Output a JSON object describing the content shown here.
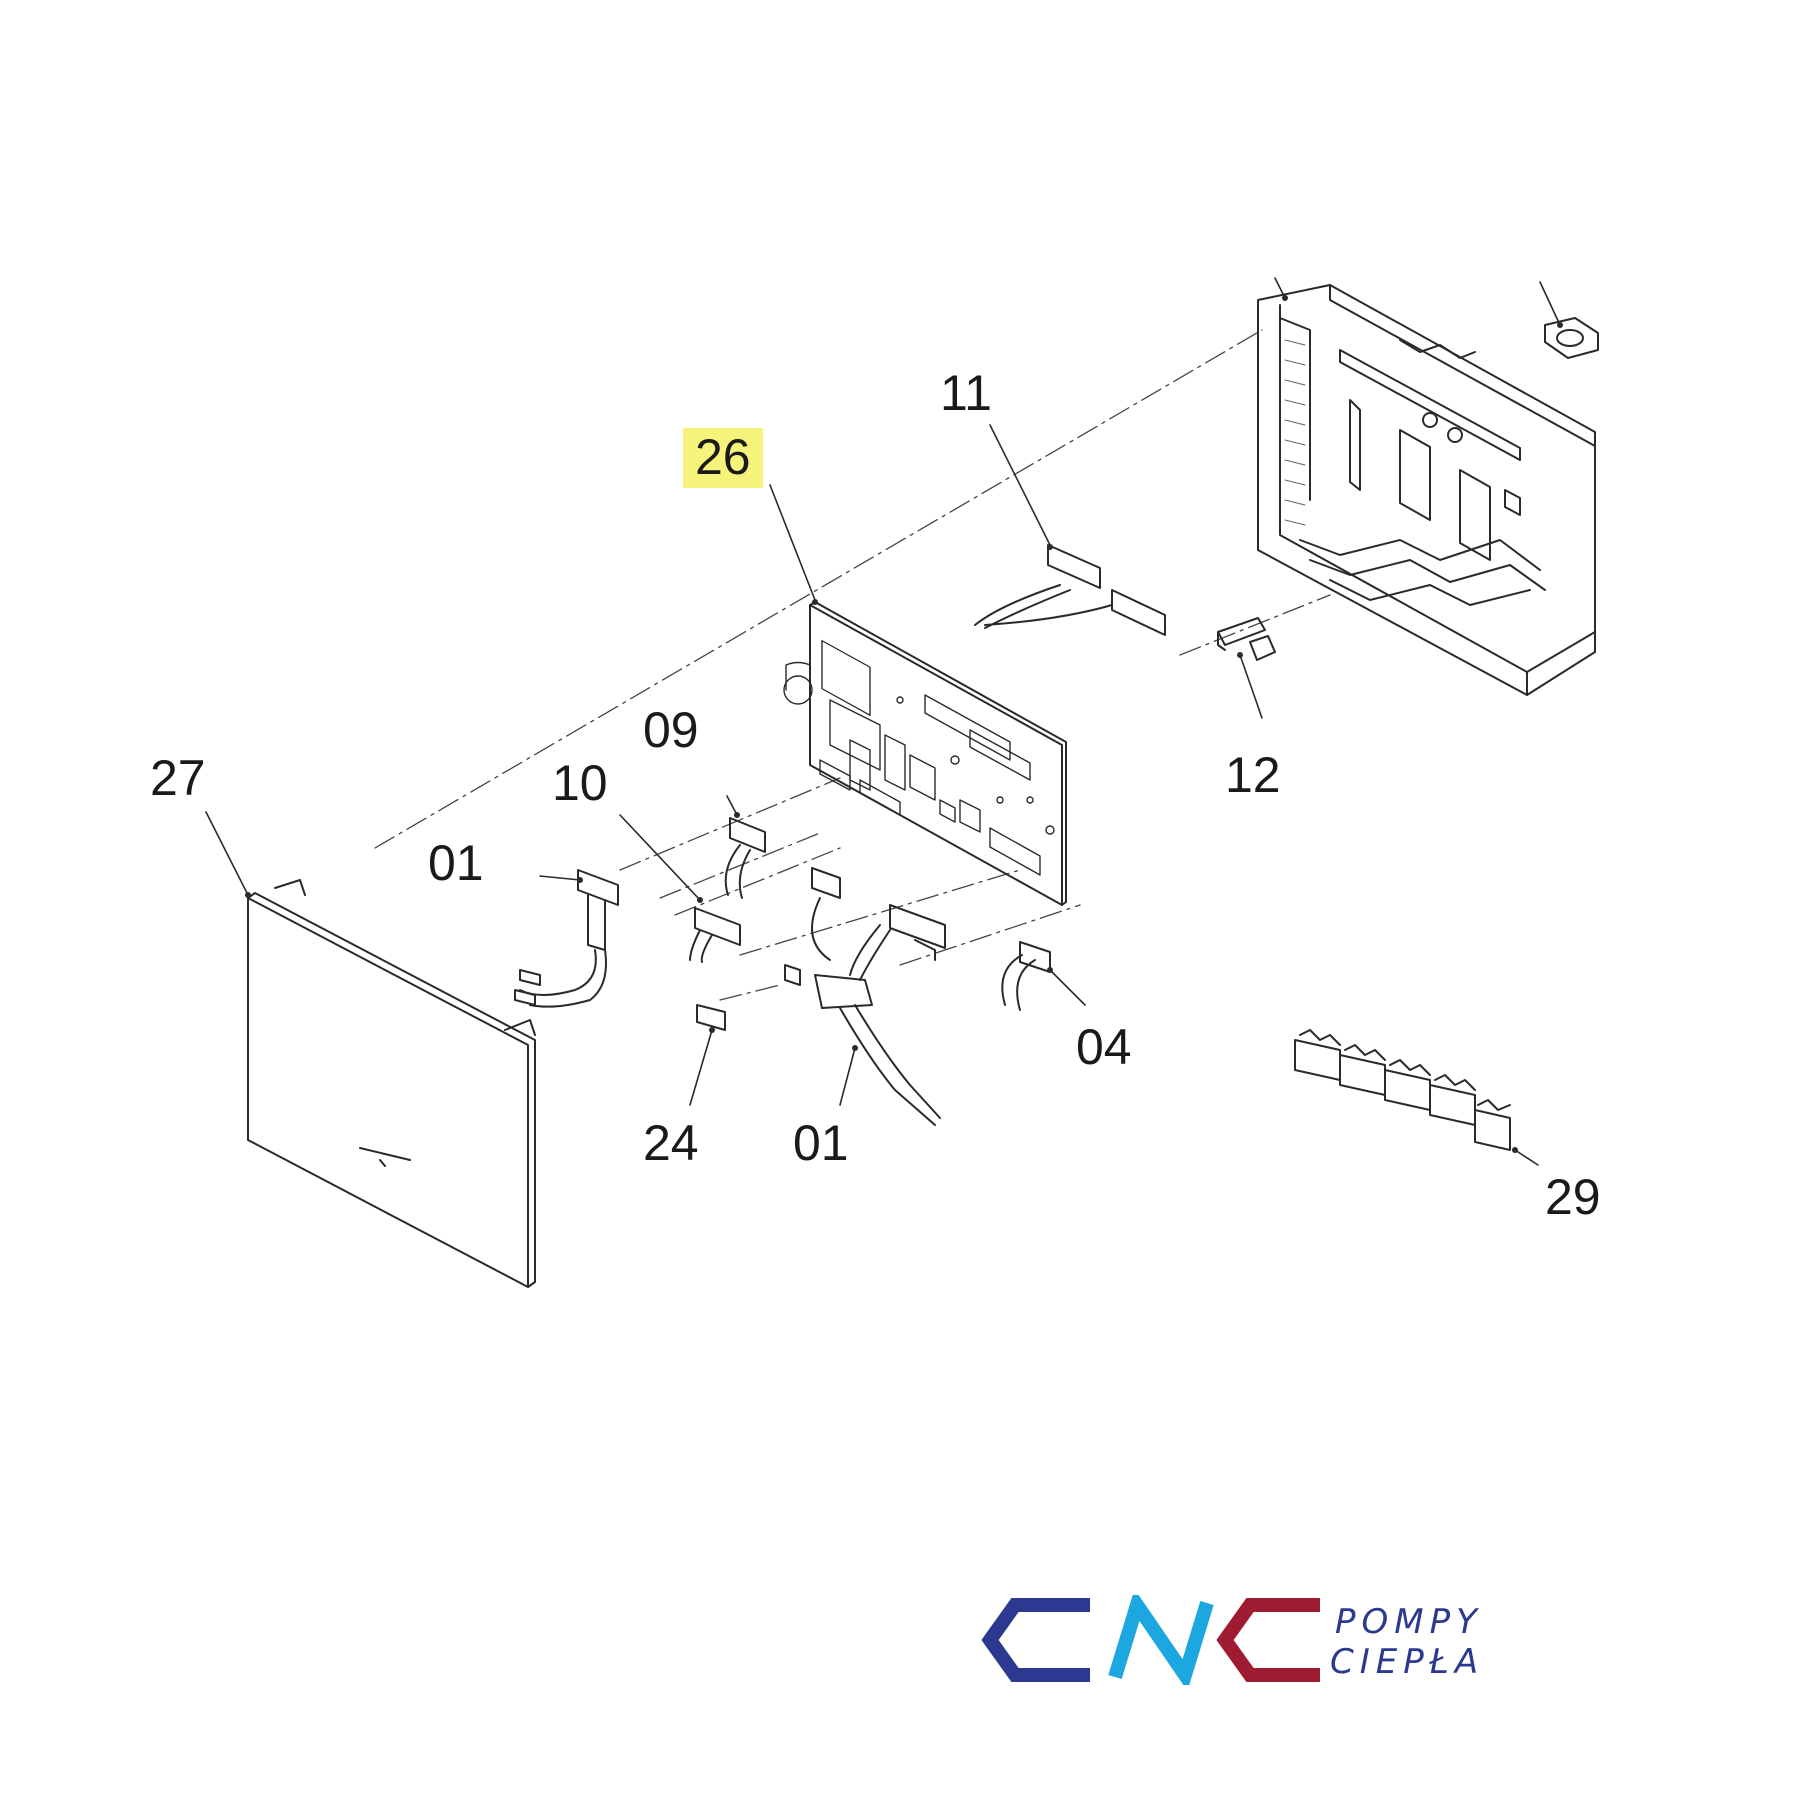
{
  "labels": {
    "p26": "26",
    "p11": "11",
    "p09": "09",
    "p27": "27",
    "p10": "10",
    "p01a": "01",
    "p12": "12",
    "p04": "04",
    "p24": "24",
    "p01b": "01",
    "p29": "29"
  },
  "highlight_color": "#f5f37a",
  "logo": {
    "c_color": "#2b3990",
    "n_color": "#1ca7e0",
    "c2_color": "#9e1b32",
    "line1": "POMPY",
    "line2": "CIEPŁA"
  }
}
